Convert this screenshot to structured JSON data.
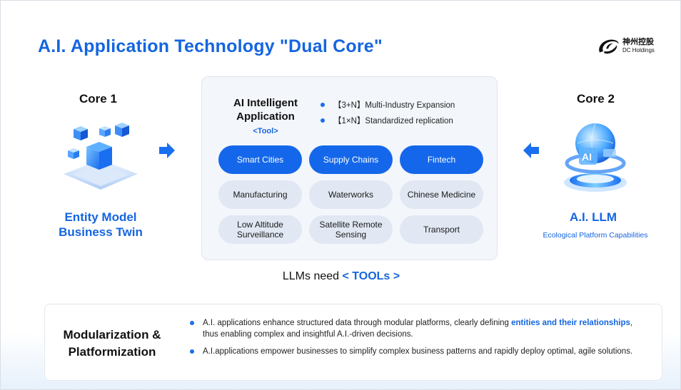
{
  "slide": {
    "title": "A.I. Application Technology \"Dual Core\"",
    "logo": {
      "cn": "神州控股",
      "en": "DC Holdings",
      "icon": "dc-logo-icon"
    },
    "colors": {
      "accent": "#1565e0",
      "pill_primary": "#1467ea",
      "pill_secondary": "#e1e8f3",
      "panel": "#f3f6fb"
    }
  },
  "core1": {
    "title": "Core 1",
    "name_line1": "Entity Model",
    "name_line2": "Business Twin",
    "illustration": "blue-cubes-icon"
  },
  "core2": {
    "title": "Core 2",
    "name": "A.I. LLM",
    "subtitle": "Ecological Platform Capabilities",
    "illustration": "ai-globe-icon",
    "badge": "AI"
  },
  "center": {
    "app_title_line1": "AI Intelligent",
    "app_title_line2": "Application",
    "tool_label": "<Tool>",
    "bullets": [
      "【3+N】Multi-Industry Expansion",
      "【1×N】Standardized replication"
    ],
    "pills": [
      {
        "label": "Smart Cities",
        "style": "primary"
      },
      {
        "label": "Supply Chains",
        "style": "primary"
      },
      {
        "label": "Fintech",
        "style": "primary"
      },
      {
        "label": "Manufacturing",
        "style": "secondary"
      },
      {
        "label": "Waterworks",
        "style": "secondary"
      },
      {
        "label": "Chinese Medicine",
        "style": "secondary"
      },
      {
        "label_line1": "Low Altitude",
        "label_line2": "Surveillance",
        "style": "secondary"
      },
      {
        "label_line1": "Satellite Remote",
        "label_line2": "Sensing",
        "style": "secondary"
      },
      {
        "label": "Transport",
        "style": "secondary"
      }
    ]
  },
  "llm_line": {
    "prefix": "LLMs need ",
    "highlight": "< TOOLs >"
  },
  "bottom": {
    "title_line1": "Modularization &",
    "title_line2": "Platformization",
    "item1_pre": "A.I. applications enhance structured data through modular platforms, clearly defining ",
    "item1_hl": "entities and their relationships",
    "item1_post": ", thus enabling complex and insightful A.I.-driven decisions.",
    "item2": "A.I.applications empower businesses to simplify complex business patterns and rapidly deploy optimal, agile solutions."
  }
}
